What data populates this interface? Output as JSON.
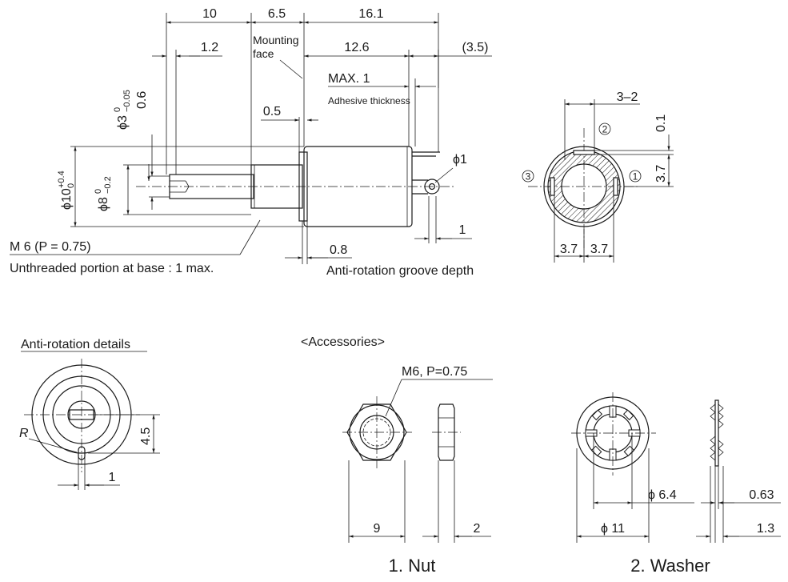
{
  "main_view": {
    "dim_10": "10",
    "dim_6_5": "6.5",
    "dim_16_1": "16.1",
    "dim_1_2": "1.2",
    "mounting_face_line1": "Mounting",
    "mounting_face_line2": "face",
    "dim_12_6": "12.6",
    "dim_3_5": "(3.5)",
    "max1": "MAX. 1",
    "adhesive": "Adhesive thickness",
    "dia3": "ϕ3",
    "dia3_tol_upper": "0",
    "dia3_tol_lower": "−0.05",
    "dim_0_6": "0.6",
    "dim_0_5": "0.5",
    "phi1": "ϕ1",
    "dia10": "ϕ10",
    "dia10_tol_upper": "+0.4",
    "dia10_tol_lower": "0",
    "dia8": "ϕ8",
    "dia8_tol_upper": "0",
    "dia8_tol_lower": "−0.2",
    "dim_1": "1",
    "thread": "M 6 (P = 0.75)",
    "unthreaded": "Unthreaded portion at base : 1 max.",
    "dim_0_8": "0.8",
    "groove": "Anti-rotation groove depth"
  },
  "end_view": {
    "dim_3_2": "3–2",
    "dim_0_1": "0.1",
    "dim_3_7_v": "3.7",
    "term_1": "1",
    "term_2": "2",
    "term_3": "3",
    "dim_3_7_left": "3.7",
    "dim_3_7_right": "3.7"
  },
  "anti_rotation": {
    "title": "Anti-rotation details",
    "r_label": "R",
    "dim_4_5": "4.5",
    "dim_1": "1"
  },
  "accessories": {
    "title": "<Accessories>",
    "nut_thread": "M6, P=0.75",
    "nut_dim_9": "9",
    "nut_dim_2": "2",
    "nut_caption": "1. Nut",
    "washer_dim_6_4": "ϕ 6.4",
    "washer_dim_11": "ϕ 11",
    "washer_dim_0_63": "0.63",
    "washer_dim_1_3": "1.3",
    "washer_caption": "2. Washer"
  }
}
